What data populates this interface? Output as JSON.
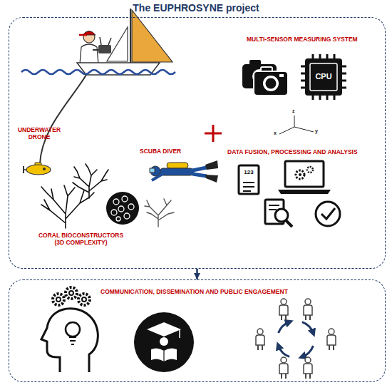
{
  "diagram": {
    "title": "The EUPHROSYNE project",
    "nodes": [
      {
        "text": [
          "MULTI-SENSOR MEASURING SYSTEM",
          "UNDERWATER DRONE",
          "SCUBA DIVER",
          "DATA FUSION, PROCESSING AND ANALYSIS",
          "CORAL BIOCONSTRUCTORS (3D COMPLEXITY)"
        ]
      },
      {
        "text": [
          "COMMUNICATION, DISSEMINATION AND PUBLIC ENGAGEMENT"
        ]
      }
    ],
    "edges": [
      {
        "from": 0,
        "to": 1,
        "arrow": "to"
      }
    ],
    "labels": [
      "CPU",
      "123",
      "z",
      "y",
      "x"
    ]
  }
}
